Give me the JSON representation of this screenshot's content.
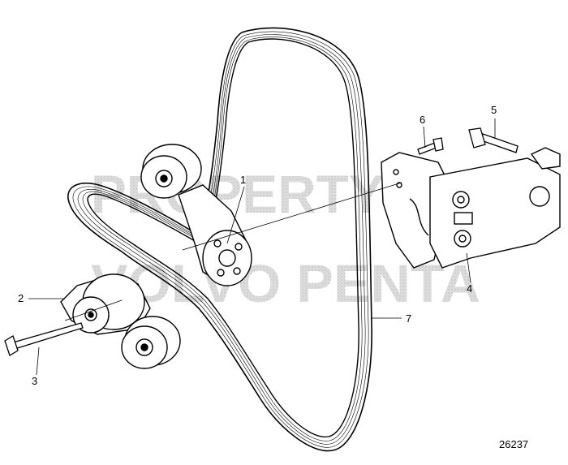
{
  "callouts": {
    "c1": "1",
    "c2": "2",
    "c3": "3",
    "c4": "4",
    "c5": "5",
    "c6": "6",
    "c7": "7"
  },
  "watermark": {
    "line1": "PROPERTY OF",
    "line2": "VOLVO PENTA"
  },
  "drawing_number": "26237",
  "colors": {
    "line": "#000000",
    "watermark": "#c8c8c8"
  }
}
